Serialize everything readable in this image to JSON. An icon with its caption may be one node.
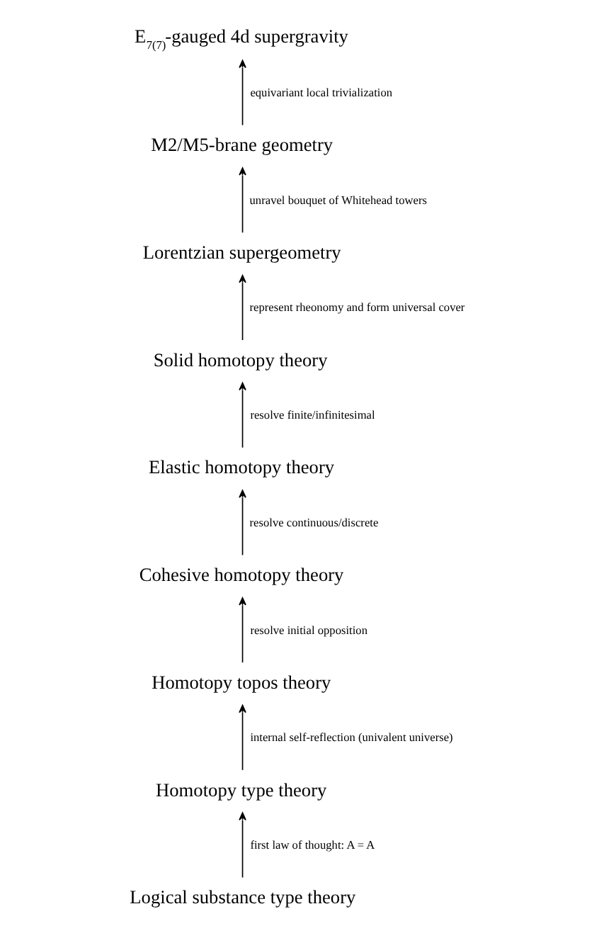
{
  "diagram": {
    "nodes": [
      {
        "text": [
          "E$_{7(7)}$-gauged 4d supergravity"
        ]
      },
      {
        "text": [
          "M2/M5-brane geometry"
        ]
      },
      {
        "text": [
          "Lorentzian supergeometry"
        ]
      },
      {
        "text": [
          "Solid homotopy theory"
        ]
      },
      {
        "text": [
          "Elastic homotopy theory"
        ]
      },
      {
        "text": [
          "Cohesive homotopy theory"
        ]
      },
      {
        "text": [
          "Homotopy topos theory"
        ]
      },
      {
        "text": [
          "Homotopy type theory"
        ]
      },
      {
        "text": [
          "Logical substance type theory"
        ]
      }
    ],
    "edges": [
      {
        "from": 1,
        "to": 0,
        "arrow": "to",
        "label": "equivariant local trivialization"
      },
      {
        "from": 2,
        "to": 1,
        "arrow": "to",
        "label": "unravel bouquet of Whitehead towers"
      },
      {
        "from": 3,
        "to": 2,
        "arrow": "to",
        "label": "represent rheonomy and form universal cover"
      },
      {
        "from": 4,
        "to": 3,
        "arrow": "to",
        "label": "resolve finite/infinitesimal"
      },
      {
        "from": 5,
        "to": 4,
        "arrow": "to",
        "label": "resolve continuous/discrete"
      },
      {
        "from": 6,
        "to": 5,
        "arrow": "to",
        "label": "resolve initial opposition"
      },
      {
        "from": 7,
        "to": 6,
        "arrow": "to",
        "label": "internal self-reflection (univalent universe)"
      },
      {
        "from": 8,
        "to": 7,
        "arrow": "to",
        "label": "first law of thought: A = A"
      }
    ]
  }
}
